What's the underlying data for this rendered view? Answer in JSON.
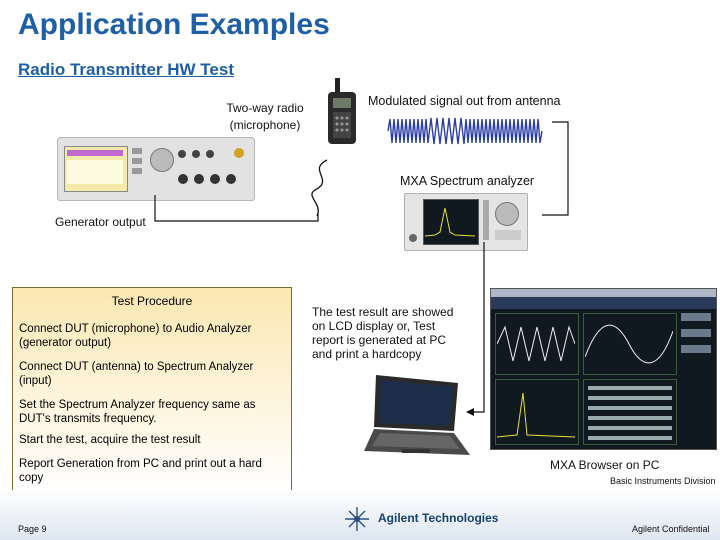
{
  "header": {
    "title": "Application Examples",
    "subtitle": "Radio Transmitter HW Test"
  },
  "diagram": {
    "radio_label": "Two-way radio\n(microphone)",
    "signal_label": "Modulated signal out from antenna",
    "mxa_label": "MXA Spectrum analyzer",
    "generator_label": "Generator output",
    "result_text": "The test result are showed on LCD display or, Test report is generated at PC and print a hardcopy",
    "browser_label": "MXA Browser on PC"
  },
  "procedure": {
    "header": "Test Procedure",
    "steps": [
      "Connect DUT (microphone)  to Audio Analyzer (generator output)",
      "Connect DUT (antenna) to Spectrum Analyzer (input)",
      "Set the Spectrum Analyzer frequency same as DUT's  transmits frequency.",
      "Start the test, acquire the test result",
      "Report Generation from PC and print out a hard copy"
    ]
  },
  "footer": {
    "division": "Basic Instruments Division",
    "page": "Page 9",
    "company": "Agilent Technologies",
    "confidential": "Agilent Confidential"
  },
  "colors": {
    "title": "#1f5fa8",
    "procedure_box": "#fbe7b2",
    "instrument_body": "#e4e4e4",
    "screen": "#101820"
  },
  "icons": [
    "two-way-radio-icon",
    "audio-analyzer-icon",
    "spectrum-analyzer-icon",
    "laptop-icon",
    "agilent-logo-icon"
  ]
}
